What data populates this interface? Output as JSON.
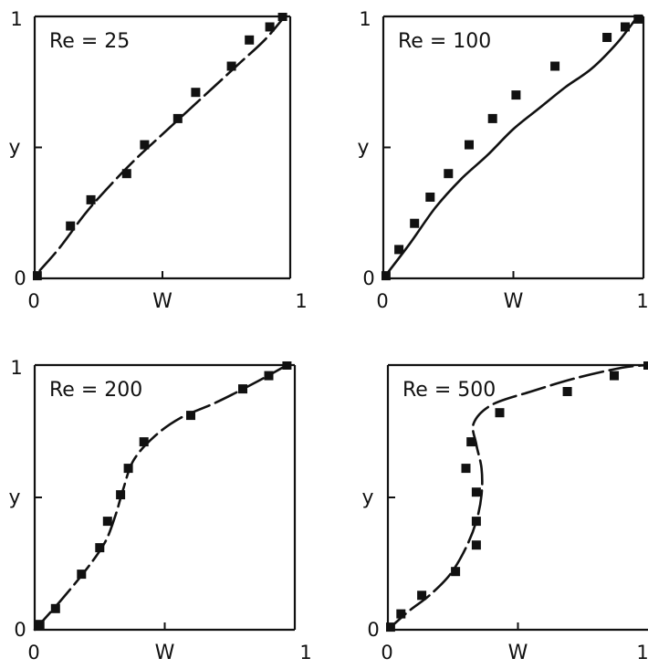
{
  "colors": {
    "ink": "#111111",
    "background": "#ffffff"
  },
  "chart_data": [
    {
      "type": "line",
      "title": "Re = 25",
      "xlabel": "W",
      "ylabel": "y",
      "xlim": [
        0,
        1
      ],
      "ylim": [
        0,
        1
      ],
      "x_ticks": [
        "0",
        "1"
      ],
      "y_ticks": [
        "0",
        "y",
        "1"
      ],
      "grid": false,
      "series": [
        {
          "kind": "line",
          "style": "dashed",
          "x": [
            0.02,
            0.1,
            0.2,
            0.3,
            0.4,
            0.5,
            0.6,
            0.7,
            0.8,
            0.9,
            0.97
          ],
          "y": [
            0.03,
            0.12,
            0.25,
            0.36,
            0.46,
            0.55,
            0.64,
            0.73,
            0.82,
            0.91,
            0.99
          ]
        },
        {
          "kind": "markers",
          "marker": "square",
          "x": [
            0.01,
            0.14,
            0.22,
            0.36,
            0.43,
            0.56,
            0.63,
            0.77,
            0.84,
            0.92,
            0.97
          ],
          "y": [
            0.01,
            0.2,
            0.3,
            0.4,
            0.51,
            0.61,
            0.71,
            0.81,
            0.91,
            0.96,
            1.0
          ]
        }
      ]
    },
    {
      "type": "line",
      "title": "Re = 100",
      "xlabel": "W",
      "ylabel": "y",
      "xlim": [
        0,
        1
      ],
      "ylim": [
        0,
        1
      ],
      "x_ticks": [
        "0",
        "1"
      ],
      "y_ticks": [
        "0",
        "y",
        "1"
      ],
      "grid": false,
      "series": [
        {
          "kind": "line",
          "style": "solid",
          "x": [
            0.0,
            0.1,
            0.2,
            0.3,
            0.4,
            0.5,
            0.6,
            0.7,
            0.8,
            0.9,
            0.97
          ],
          "y": [
            0.0,
            0.13,
            0.27,
            0.38,
            0.47,
            0.57,
            0.65,
            0.73,
            0.8,
            0.9,
            0.99
          ]
        },
        {
          "kind": "markers",
          "marker": "square",
          "x": [
            0.01,
            0.06,
            0.12,
            0.18,
            0.25,
            0.33,
            0.42,
            0.51,
            0.66,
            0.86,
            0.93,
            0.98
          ],
          "y": [
            0.01,
            0.11,
            0.21,
            0.31,
            0.4,
            0.51,
            0.61,
            0.7,
            0.81,
            0.92,
            0.96,
            0.99
          ]
        }
      ]
    },
    {
      "type": "line",
      "title": "Re = 200",
      "xlabel": "W",
      "ylabel": "y",
      "xlim": [
        0,
        1
      ],
      "ylim": [
        0,
        1
      ],
      "x_ticks": [
        "0",
        "1"
      ],
      "y_ticks": [
        "0",
        "y",
        "1"
      ],
      "grid": false,
      "series": [
        {
          "kind": "line",
          "style": "dashed",
          "x": [
            0.0,
            0.1,
            0.2,
            0.27,
            0.31,
            0.34,
            0.38,
            0.46,
            0.56,
            0.7,
            0.86,
            0.97
          ],
          "y": [
            0.0,
            0.11,
            0.23,
            0.33,
            0.43,
            0.53,
            0.64,
            0.73,
            0.8,
            0.86,
            0.94,
            1.0
          ]
        },
        {
          "kind": "markers",
          "marker": "square",
          "x": [
            0.02,
            0.08,
            0.18,
            0.25,
            0.28,
            0.33,
            0.36,
            0.42,
            0.6,
            0.8,
            0.9,
            0.97
          ],
          "y": [
            0.02,
            0.08,
            0.21,
            0.31,
            0.41,
            0.51,
            0.61,
            0.71,
            0.81,
            0.91,
            0.96,
            1.0
          ]
        }
      ]
    },
    {
      "type": "line",
      "title": "Re = 500",
      "xlabel": "W",
      "ylabel": "y",
      "xlim": [
        0,
        1
      ],
      "ylim": [
        0,
        1
      ],
      "x_ticks": [
        "0",
        "1"
      ],
      "y_ticks": [
        "0",
        "y"
      ],
      "grid": false,
      "series": [
        {
          "kind": "line",
          "style": "dashed",
          "x": [
            0.0,
            0.08,
            0.16,
            0.24,
            0.3,
            0.34,
            0.36,
            0.36,
            0.34,
            0.33,
            0.4,
            0.55,
            0.72,
            0.9,
            1.0
          ],
          "y": [
            0.0,
            0.07,
            0.13,
            0.21,
            0.31,
            0.41,
            0.51,
            0.61,
            0.7,
            0.78,
            0.85,
            0.9,
            0.95,
            0.99,
            1.0
          ]
        },
        {
          "kind": "markers",
          "marker": "square",
          "x": [
            0.01,
            0.05,
            0.13,
            0.26,
            0.34,
            0.34,
            0.34,
            0.3,
            0.32,
            0.43,
            0.69,
            0.87,
            1.0
          ],
          "y": [
            0.01,
            0.06,
            0.13,
            0.22,
            0.32,
            0.41,
            0.52,
            0.61,
            0.71,
            0.82,
            0.9,
            0.96,
            1.0
          ]
        }
      ]
    }
  ]
}
